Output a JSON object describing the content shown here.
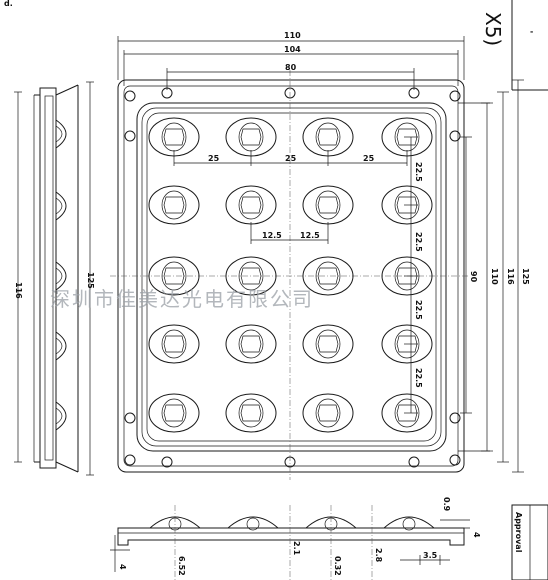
{
  "drawing": {
    "corner_label": "d.",
    "title_fragment": "X5)",
    "approval_label": "Approval",
    "tick_mark": "-",
    "watermark": "深圳市佳美达光电有限公司"
  },
  "dimensions": {
    "top_110": "110",
    "top_104": "104",
    "top_80": "80",
    "pitch_25_a": "25",
    "pitch_25_b": "25",
    "pitch_25_c": "25",
    "half_12_5_a": "12.5",
    "half_12_5_b": "12.5",
    "row_22_5_a": "22.5",
    "row_22_5_b": "22.5",
    "row_22_5_c": "22.5",
    "row_22_5_d": "22.5",
    "right_90": "90",
    "right_110": "110",
    "right_116": "116",
    "right_125": "125",
    "left_116": "116",
    "left_125": "125",
    "side_0_9": "0.9",
    "side_4": "4",
    "bottom_4": "4",
    "bottom_6_52": "6.52",
    "bottom_2_1": "2.1",
    "bottom_0_32": "0.32",
    "bottom_2_8": "2.8",
    "bottom_3_5": "3.5"
  }
}
